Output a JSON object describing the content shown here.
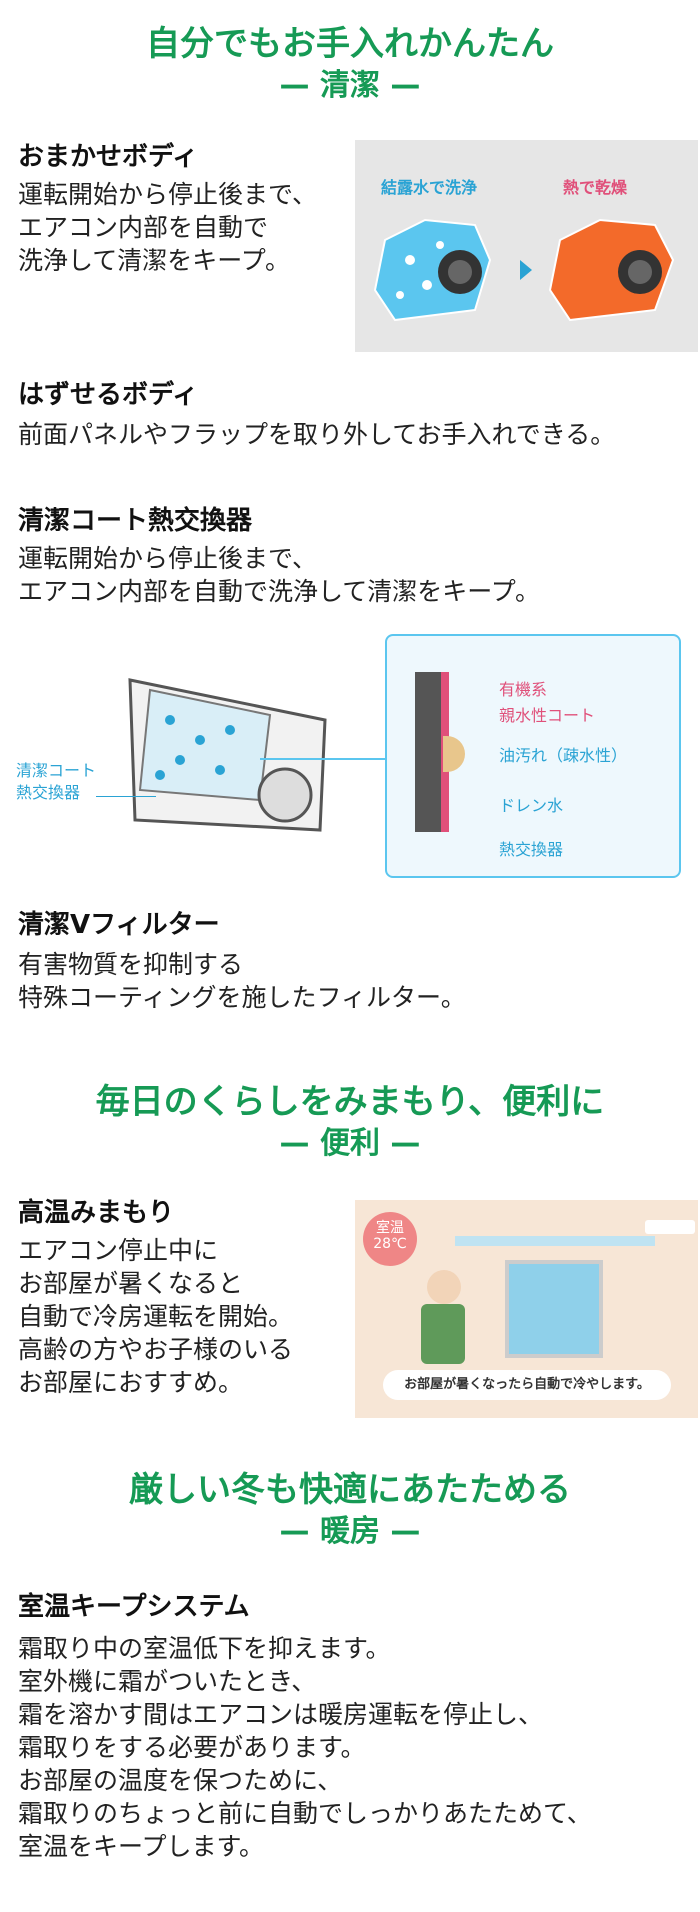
{
  "section1": {
    "title": "自分でもお手入れかんたん",
    "subtitle": "— 清潔 —",
    "items": [
      {
        "heading": "おまかせボディ",
        "text": "運転開始から停止後まで、\nエアコン内部を自動で\n洗浄して清潔をキープ。"
      },
      {
        "heading": "はずせるボディ",
        "text": "前面パネルやフラップを取り外してお手入れできる。"
      },
      {
        "heading": "清潔コート熱交換器",
        "text": "運転開始から停止後まで、\nエアコン内部を自動で洗浄して清潔をキープ。"
      },
      {
        "heading": "清潔Vフィルター",
        "text": "有害物質を抑制する\n特殊コーティングを施したフィルター。"
      }
    ],
    "wash_image": {
      "left_label": "結露水で洗浄",
      "right_label": "熱で乾燥"
    },
    "heat_diagram": {
      "callout": "清潔コート\n熱交換器",
      "labels": [
        "有機系",
        "親水性コート",
        "油汚れ（疎水性）",
        "ドレン水",
        "熱交換器"
      ]
    }
  },
  "section2": {
    "title": "毎日のくらしをみまもり、便利に",
    "subtitle": "— 便利 —",
    "item": {
      "heading": "高温みまもり",
      "text": "エアコン停止中に\nお部屋が暑くなると\n自動で冷房運転を開始。\n高齢の方やお子様のいる\nお部屋におすすめ。"
    },
    "room_image": {
      "badge_line1": "室温",
      "badge_line2": "28℃",
      "caption": "お部屋が暑くなったら自動で冷やします。"
    }
  },
  "section3": {
    "title": "厳しい冬も快適にあたためる",
    "subtitle": "— 暖房 —",
    "item": {
      "heading": "室温キープシステム",
      "text": "霜取り中の室温低下を抑えます。\n室外機に霜がついたとき、\n霜を溶かす間はエアコンは暖房運転を停止し、\n霜取りをする必要があります。\nお部屋の温度を保つために、\n霜取りのちょっと前に自動でしっかりあたためて、\n室温をキープします。"
    }
  },
  "colors": {
    "accent": "#169a55",
    "blue": "#2aa3d4",
    "pink": "#e0507a"
  }
}
